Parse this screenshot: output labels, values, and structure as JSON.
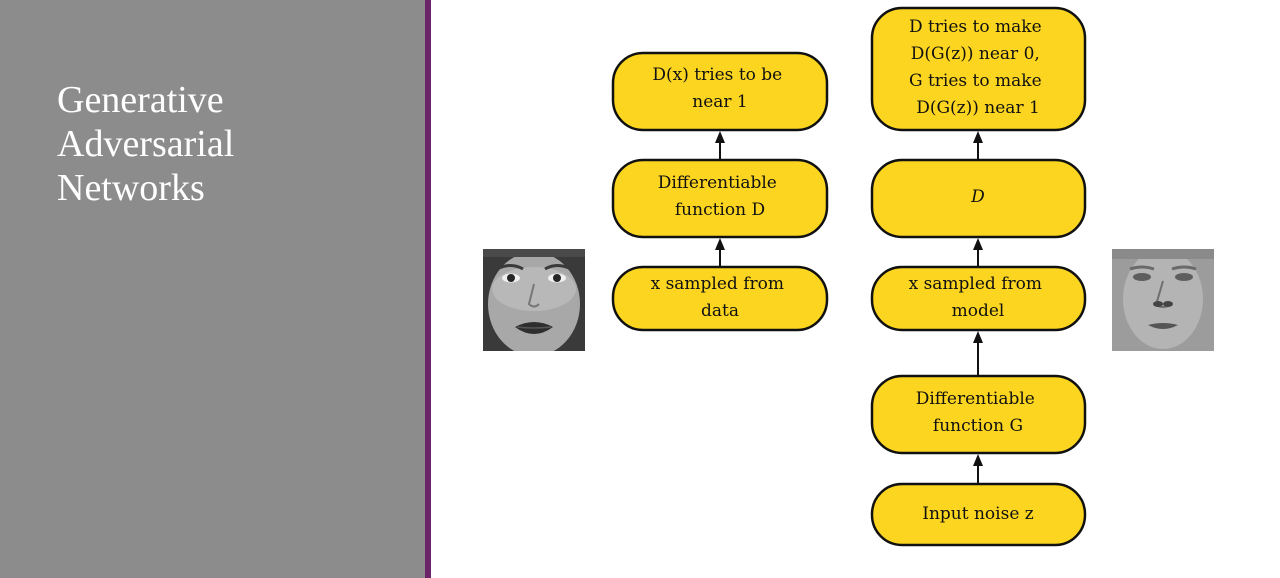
{
  "slide": {
    "title_lines": [
      "Generative",
      "Adversarial",
      "Networks"
    ]
  },
  "diagram": {
    "nodes": {
      "d_real_goal": {
        "lines": [
          "D(x) tries to be",
          "near 1"
        ]
      },
      "d_func_real": {
        "lines": [
          "Differentiable",
          "function D"
        ]
      },
      "x_data": {
        "lines": [
          "x sampled from",
          "data"
        ]
      },
      "d_fake_goal": {
        "lines": [
          "D tries to make",
          "D(G(z)) near 0,",
          "G tries to make",
          "D(G(z)) near 1"
        ]
      },
      "d_func_fake": {
        "lines": [
          "D"
        ]
      },
      "x_model": {
        "lines": [
          "x sampled from",
          "model"
        ]
      },
      "g_func": {
        "lines": [
          "Differentiable",
          "function G"
        ]
      },
      "noise": {
        "lines": [
          "Input noise z"
        ]
      }
    },
    "edges": [
      [
        "x_data",
        "d_func_real"
      ],
      [
        "d_func_real",
        "d_real_goal"
      ],
      [
        "noise",
        "g_func"
      ],
      [
        "g_func",
        "x_model"
      ],
      [
        "x_model",
        "d_func_fake"
      ],
      [
        "d_func_fake",
        "d_fake_goal"
      ]
    ]
  },
  "images": {
    "left_face": "real-face-photo",
    "right_face": "generated-face-photo"
  }
}
